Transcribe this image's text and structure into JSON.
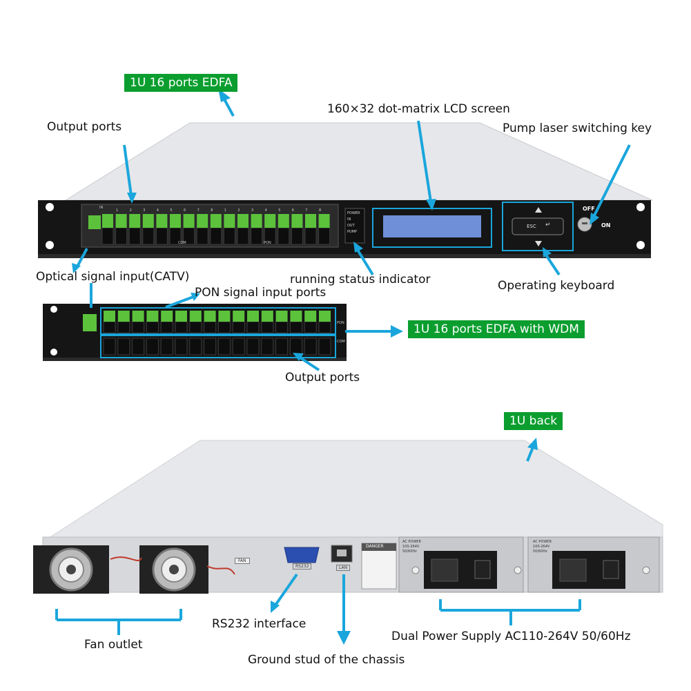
{
  "tags": {
    "edfa": "1U 16 ports EDFA",
    "wdm": "1U 16 ports EDFA with WDM",
    "back": "1U back"
  },
  "labels": {
    "output_ports_top": "Output ports",
    "lcd": "160×32 dot-matrix LCD screen",
    "pump_key": "Pump laser switching key",
    "optical_input": "Optical signal input(CATV)",
    "running_status": "running status indicator",
    "operating_keyboard": "Operating keyboard",
    "pon_input": "PON signal input ports",
    "output_ports_mid": "Output ports",
    "rs232_interface": "RS232 interface",
    "fan_outlet": "Fan outlet",
    "ground_stud": "Ground stud of the chassis",
    "dual_power": "Dual Power Supply AC110-264V 50/60Hz"
  },
  "device_front": {
    "indicators": [
      "POWER",
      "IN",
      "OUT",
      "PUMP"
    ],
    "keys": {
      "esc": "ESC",
      "enter": "↵"
    },
    "switch_off": "OFF",
    "switch_on": "ON",
    "group_in": "IN",
    "group_com": "COM",
    "group_pon": "PON",
    "port_numbers": [
      "1",
      "2",
      "3",
      "4",
      "5",
      "6",
      "7",
      "8",
      "1",
      "2",
      "3",
      "4",
      "5",
      "6",
      "7",
      "8"
    ]
  },
  "device_wdm": {
    "row_pon": "PON",
    "row_com": "COM"
  },
  "device_back": {
    "fan_label": "FAN",
    "rs232_label": "RS232",
    "lan_label": "LAN",
    "danger_title": "DANGER",
    "ac_power": "AC POWER",
    "ac_range": "100-264V",
    "ac_freq": "50/60Hz"
  },
  "colors": {
    "tag_green": "#0b9e2f",
    "arrow_blue": "#1aa6dc",
    "sc_green": "#5cc23c",
    "panel_black": "#141414"
  }
}
